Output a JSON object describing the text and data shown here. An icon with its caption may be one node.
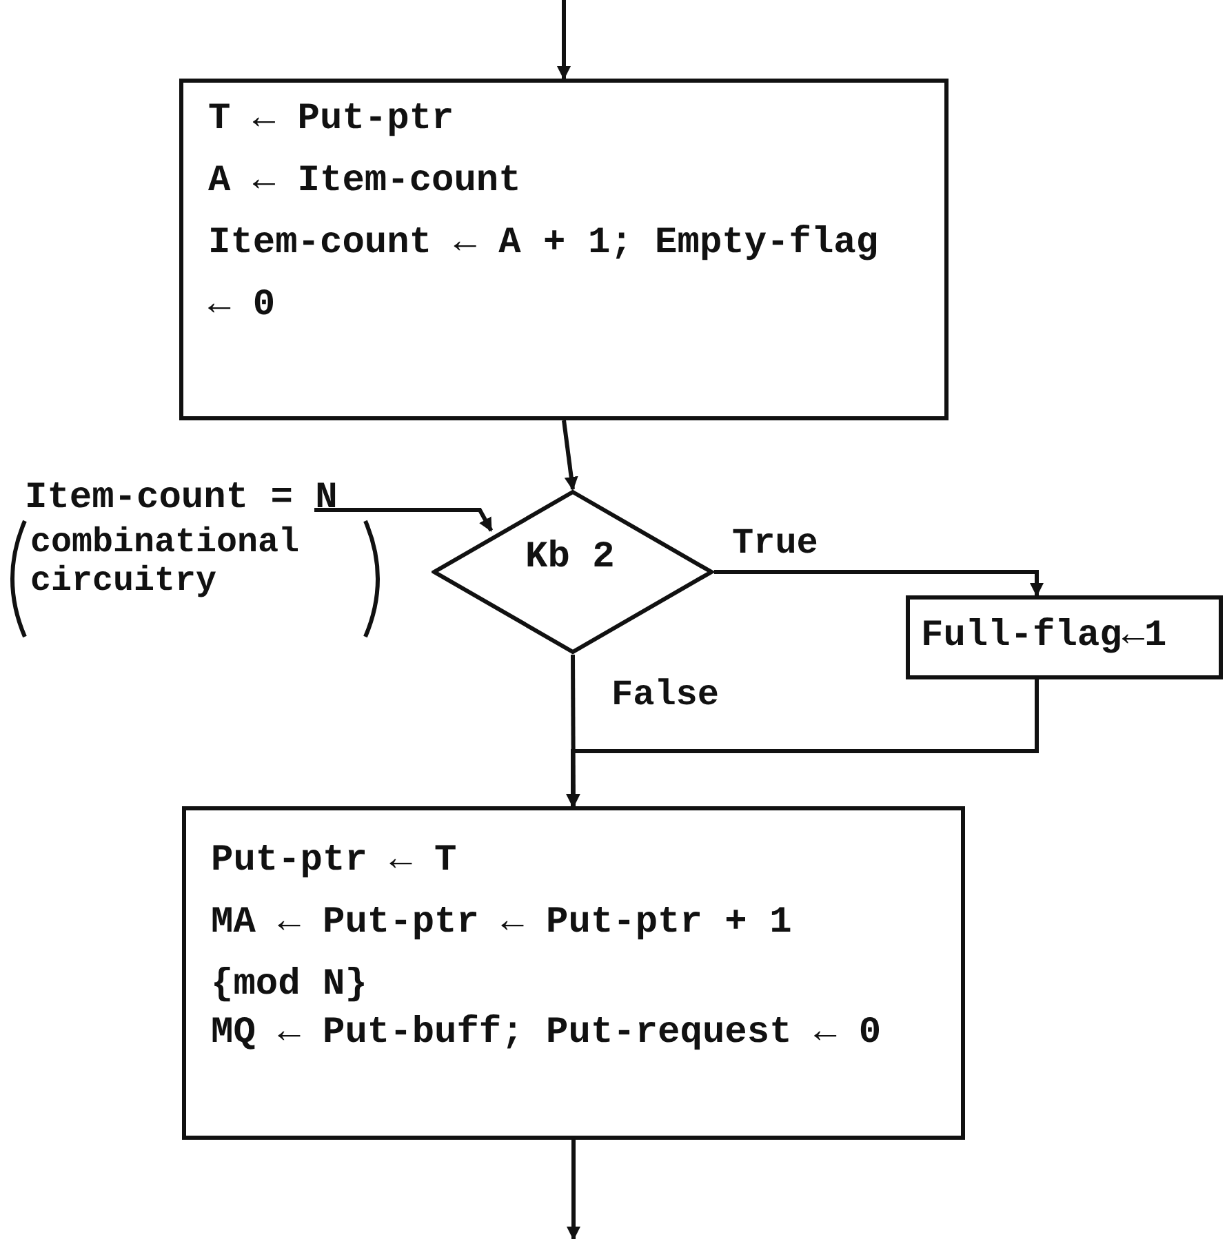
{
  "diagram": {
    "nodes": [
      {
        "text": [
          "T ← Put-ptr",
          "A ← Item-count",
          "Item-count ← A + 1; Empty-flag ← 0"
        ]
      },
      {
        "text": [
          "Kb 2"
        ]
      },
      {
        "text": [
          "Full-flag←1"
        ]
      },
      {
        "text": [
          "Put-ptr ← T",
          "MA ← Put-ptr ← Put-ptr + 1 {mod N}",
          "MQ ← Put-buff; Put-request ← 0"
        ]
      },
      {
        "text": [
          "Item-count = N"
        ],
        "beside": [
          "combinational circuitry"
        ]
      }
    ],
    "edges": [
      {
        "from": null,
        "to": 0,
        "arrow": "to"
      },
      {
        "from": 0,
        "to": 1,
        "arrow": "to"
      },
      {
        "from": 4,
        "to": 1,
        "arrow": "to"
      },
      {
        "from": 1,
        "to": 2,
        "arrow": "to",
        "label": "True"
      },
      {
        "from": 1,
        "to": 3,
        "arrow": "to",
        "label": "False"
      },
      {
        "from": 2,
        "to": 3,
        "arrow": "to"
      },
      {
        "from": 3,
        "to": null,
        "arrow": "to"
      }
    ]
  }
}
